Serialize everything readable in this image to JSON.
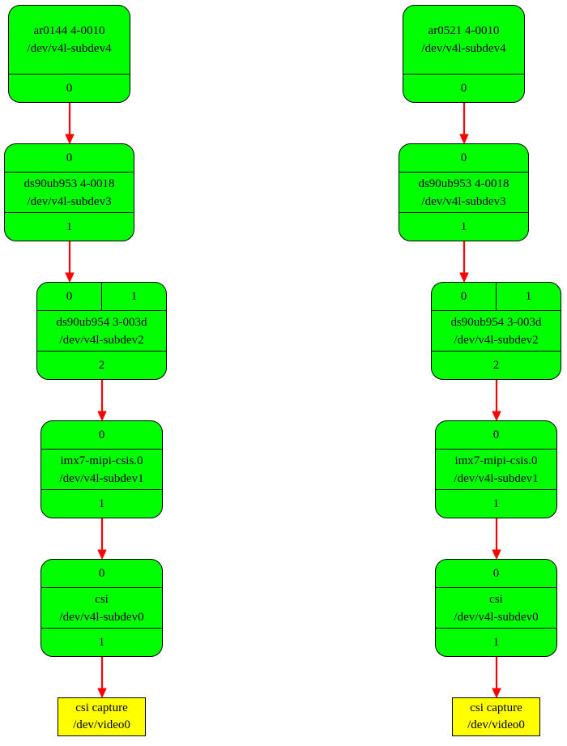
{
  "pipelines": [
    {
      "id": "left",
      "nodes": [
        {
          "key": "sensor",
          "name": "ar0144 4-0010",
          "dev": "/dev/v4l-subdev4",
          "in_ports": [],
          "out_ports": [
            "0"
          ]
        },
        {
          "key": "serializer",
          "name": "ds90ub953 4-0018",
          "dev": "/dev/v4l-subdev3",
          "in_ports": [
            "0"
          ],
          "out_ports": [
            "1"
          ]
        },
        {
          "key": "deserializer",
          "name": "ds90ub954 3-003d",
          "dev": "/dev/v4l-subdev2",
          "in_ports": [
            "0",
            "1"
          ],
          "out_ports": [
            "2"
          ]
        },
        {
          "key": "mipi",
          "name": "imx7-mipi-csis.0",
          "dev": "/dev/v4l-subdev1",
          "in_ports": [
            "0"
          ],
          "out_ports": [
            "1"
          ]
        },
        {
          "key": "csi",
          "name": "csi",
          "dev": "/dev/v4l-subdev0",
          "in_ports": [
            "0"
          ],
          "out_ports": [
            "1"
          ]
        },
        {
          "key": "capture",
          "name": "csi capture",
          "dev": "/dev/video0",
          "in_ports": [],
          "out_ports": []
        }
      ]
    },
    {
      "id": "right",
      "nodes": [
        {
          "key": "sensor",
          "name": "ar0521 4-0010",
          "dev": "/dev/v4l-subdev4",
          "in_ports": [],
          "out_ports": [
            "0"
          ]
        },
        {
          "key": "serializer",
          "name": "ds90ub953 4-0018",
          "dev": "/dev/v4l-subdev3",
          "in_ports": [
            "0"
          ],
          "out_ports": [
            "1"
          ]
        },
        {
          "key": "deserializer",
          "name": "ds90ub954 3-003d",
          "dev": "/dev/v4l-subdev2",
          "in_ports": [
            "0",
            "1"
          ],
          "out_ports": [
            "2"
          ]
        },
        {
          "key": "mipi",
          "name": "imx7-mipi-csis.0",
          "dev": "/dev/v4l-subdev1",
          "in_ports": [
            "0"
          ],
          "out_ports": [
            "1"
          ]
        },
        {
          "key": "csi",
          "name": "csi",
          "dev": "/dev/v4l-subdev0",
          "in_ports": [
            "0"
          ],
          "out_ports": [
            "1"
          ]
        },
        {
          "key": "capture",
          "name": "csi capture",
          "dev": "/dev/video0",
          "in_ports": [],
          "out_ports": []
        }
      ]
    }
  ],
  "colors": {
    "subdev_fill": "#00ff00",
    "video_fill": "#ffff00",
    "edge": "#ff0000",
    "border": "#000000"
  }
}
